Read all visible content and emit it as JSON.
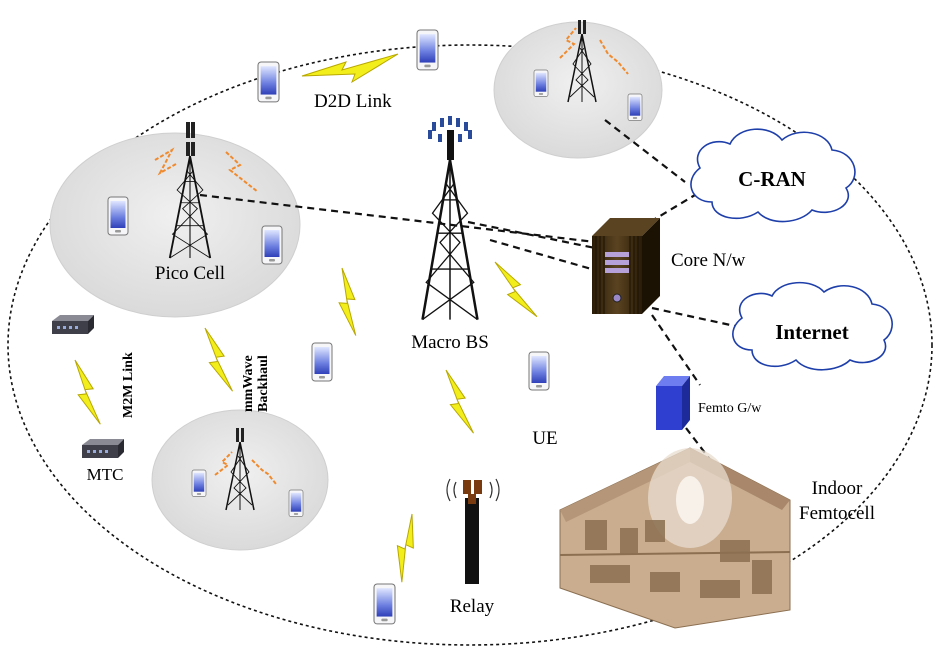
{
  "labels": {
    "d2d_link": "D2D Link",
    "c_ran": "C-RAN",
    "core_nw": "Core N/w",
    "internet": "Internet",
    "pico_cell": "Pico Cell",
    "macro_bs": "Macro BS",
    "m2m_link": "M2M Link",
    "mmwave_backhaul_1": "mmWave",
    "mmwave_backhaul_2": "Backhaul",
    "ue": "UE",
    "femto_gw": "Femto G/w",
    "indoor_femtocell_1": "Indoor",
    "indoor_femtocell_2": "Femtocell",
    "mtc": "MTC",
    "relay": "Relay"
  },
  "colors": {
    "lightning": "#f2ee1c",
    "lightning_stroke": "#b8a800",
    "cell_fill": "#e3e3e3",
    "cell_stroke": "#c8c8c8",
    "signal_dash": "#f08a2e",
    "femto_gw": "#2f3fcf",
    "server": "#3b2a10",
    "house": "#c8ad8f"
  },
  "icons": [
    "phone-icon",
    "tower-icon",
    "server-icon",
    "cloud-icon",
    "lightning-icon",
    "mtc-device-icon",
    "house-icon",
    "relay-antenna-icon"
  ]
}
